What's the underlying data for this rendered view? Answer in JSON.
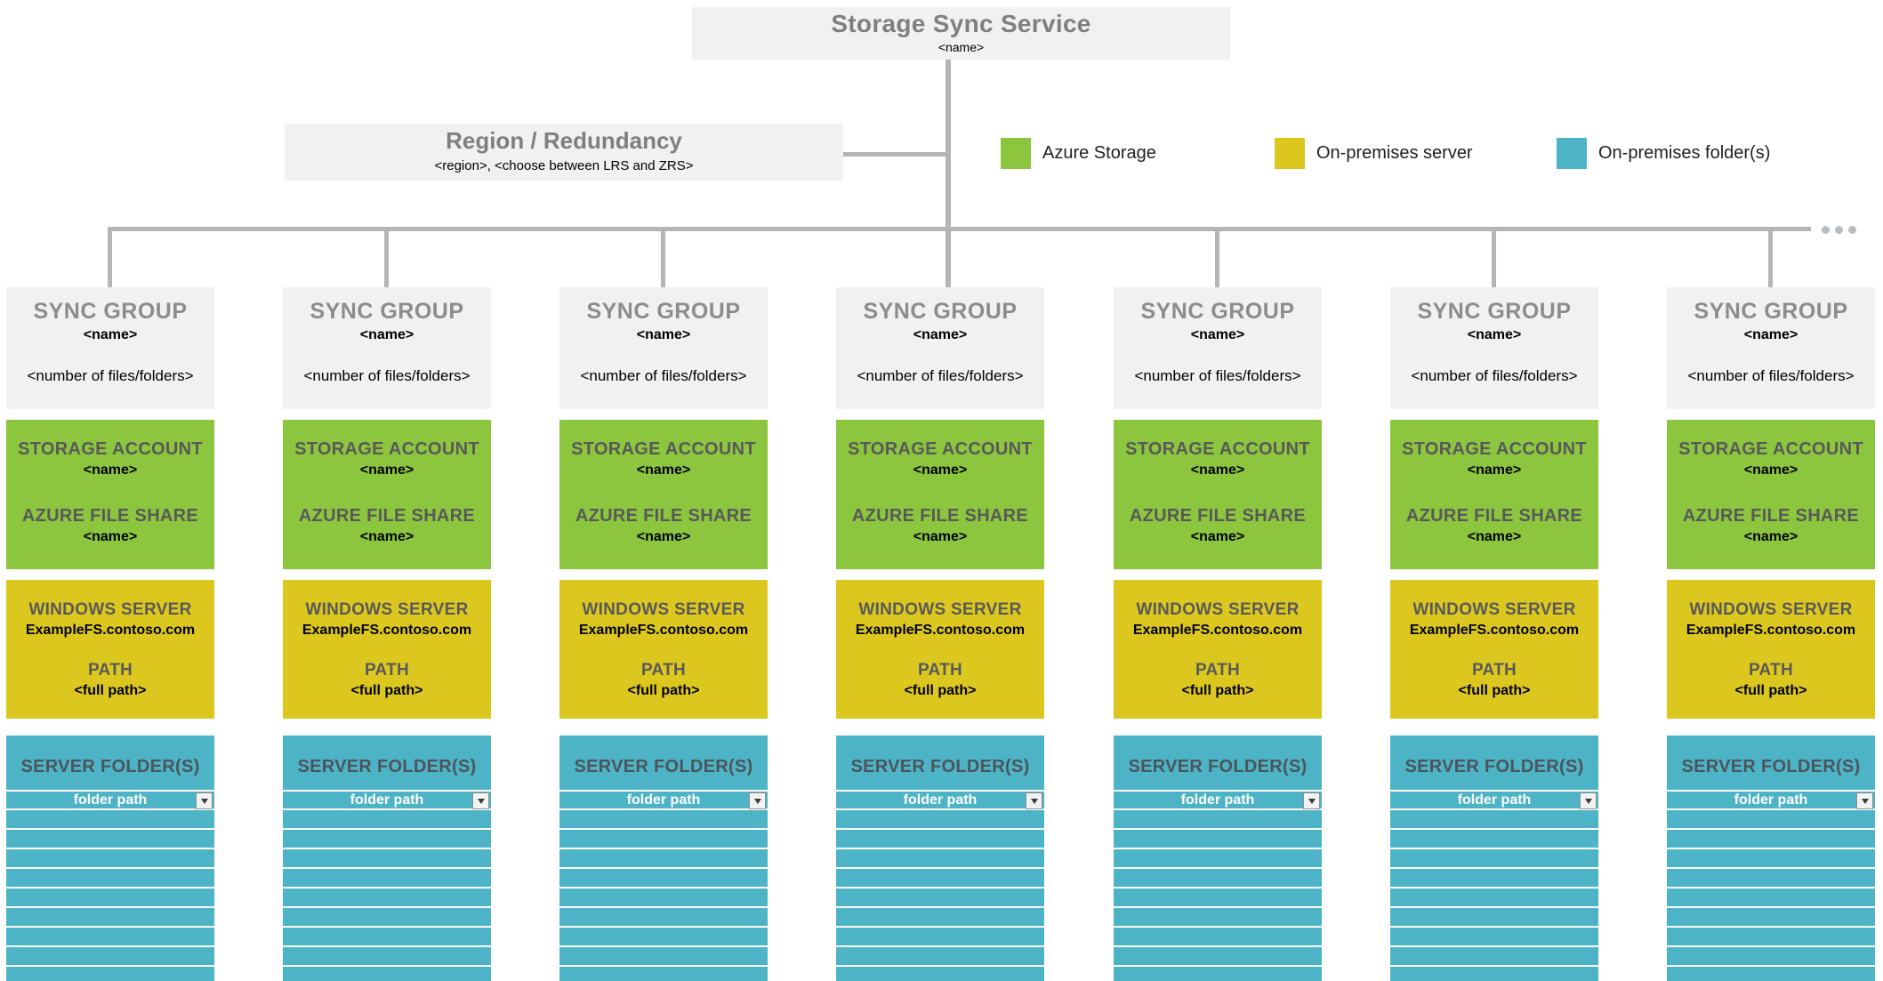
{
  "service": {
    "title": "Storage Sync Service",
    "name": "<name>"
  },
  "region": {
    "title": "Region / Redundancy",
    "subtitle": "<region>, <choose between LRS and ZRS>"
  },
  "legend": {
    "items": [
      {
        "label": "Azure Storage",
        "color": "#8cc63e"
      },
      {
        "label": "On-premises server",
        "color": "#dcc71f"
      },
      {
        "label": "On-premises folder(s)",
        "color": "#4db4c8"
      }
    ]
  },
  "connector": {
    "more_indicator_icon": "ellipsis-icon",
    "dot_count": 3
  },
  "sync_group_count": 7,
  "sync_group": {
    "title": "SYNC GROUP",
    "name": "<name>",
    "files": "<number of files/folders>",
    "storage_account_label": "STORAGE ACCOUNT",
    "storage_account_name": "<name>",
    "file_share_label": "AZURE FILE SHARE",
    "file_share_name": "<name>",
    "windows_server_label": "WINDOWS SERVER",
    "windows_server_name": "ExampleFS.contoso.com",
    "path_label": "PATH",
    "path_value": "<full path>",
    "server_folders_label": "SERVER FOLDER(S)",
    "folder_path_label": "folder path",
    "folder_dropdown_icon": "dropdown-arrow-icon",
    "empty_row_count": 8
  },
  "colors": {
    "azure_storage_green": "#8cc63e",
    "on_premises_server_yellow": "#dcc71f",
    "on_premises_folder_teal": "#4db4c8",
    "header_box_gray": "#f1f1f1",
    "connector_line_gray": "#b5b5b5",
    "heading_text_gray": "#7f7f7f"
  }
}
